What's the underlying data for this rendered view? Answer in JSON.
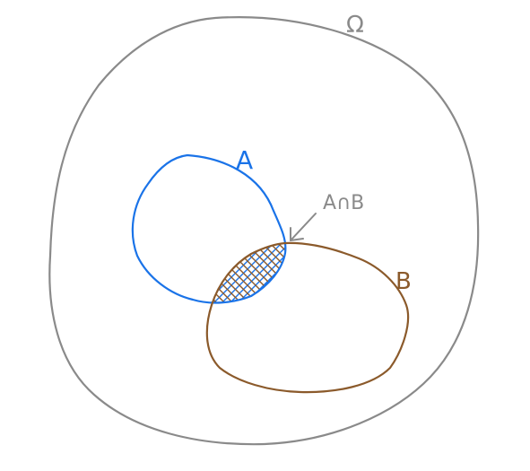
{
  "diagram": {
    "universe": {
      "label": "Ω"
    },
    "set_a": {
      "label": "A"
    },
    "set_b": {
      "label": "B"
    },
    "intersection": {
      "label": "A∩B"
    }
  },
  "colors": {
    "universe": "#8a8a8a",
    "set_a": "#1a73e8",
    "set_b": "#8b5a2b",
    "intersection_label": "#8a8a8a",
    "hatch_blue": "#1a73e8",
    "hatch_brown": "#8b5a2b"
  }
}
